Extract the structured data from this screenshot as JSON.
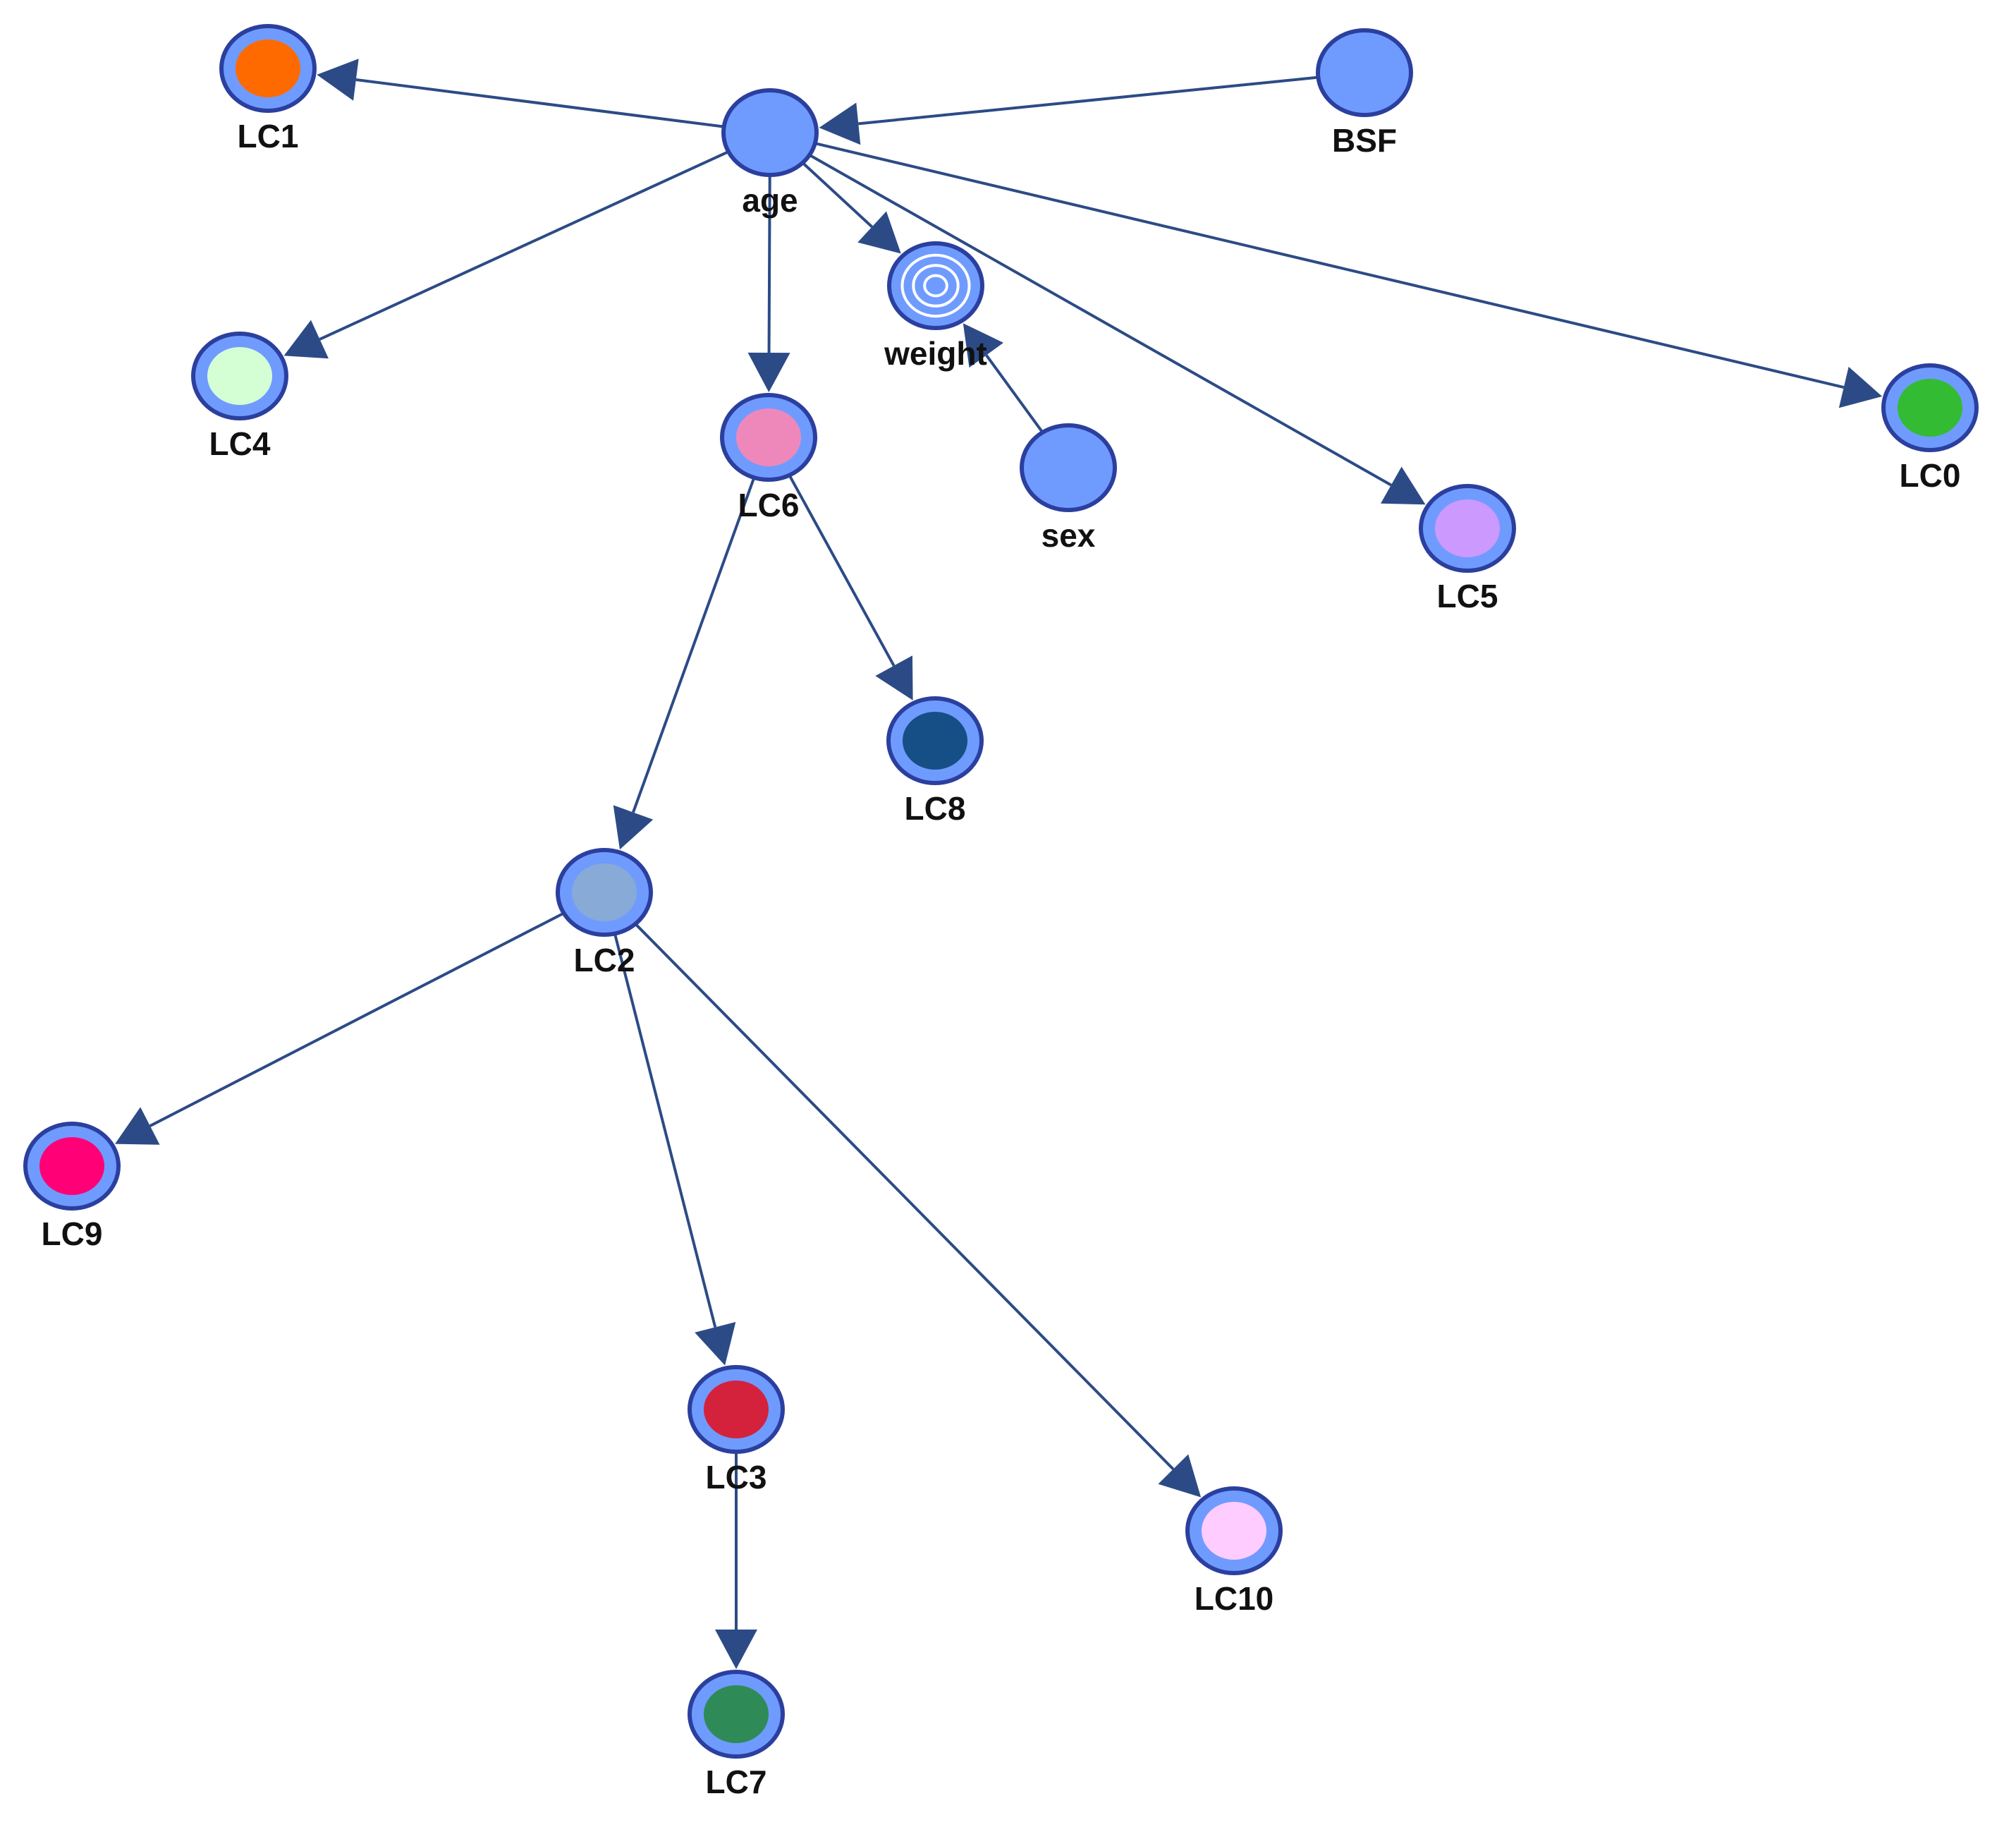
{
  "diagram": {
    "type": "bayesian-network",
    "nodes": [
      {
        "id": "LC1",
        "label": "LC1",
        "style": "ring",
        "fill": "#ff6a00"
      },
      {
        "id": "age",
        "label": "age",
        "style": "plain",
        "fill": "#6f9bff"
      },
      {
        "id": "BSF",
        "label": "BSF",
        "style": "plain",
        "fill": "#6f9bff"
      },
      {
        "id": "LC4",
        "label": "LC4",
        "style": "ring",
        "fill": "#d4ffd4"
      },
      {
        "id": "weight",
        "label": "weight",
        "style": "target",
        "fill": "#5a7ef0"
      },
      {
        "id": "LC6",
        "label": "LC6",
        "style": "ring",
        "fill": "#ee88bb"
      },
      {
        "id": "sex",
        "label": "sex",
        "style": "plain",
        "fill": "#6f9bff"
      },
      {
        "id": "LC0",
        "label": "LC0",
        "style": "ring",
        "fill": "#33bb33"
      },
      {
        "id": "LC5",
        "label": "LC5",
        "style": "ring",
        "fill": "#cc99ff"
      },
      {
        "id": "LC8",
        "label": "LC8",
        "style": "ring",
        "fill": "#154f85"
      },
      {
        "id": "LC2",
        "label": "LC2",
        "style": "ring",
        "fill": "#88aad6"
      },
      {
        "id": "LC9",
        "label": "LC9",
        "style": "ring",
        "fill": "#ff0077"
      },
      {
        "id": "LC3",
        "label": "LC3",
        "style": "ring",
        "fill": "#d4223d"
      },
      {
        "id": "LC10",
        "label": "LC10",
        "style": "ring",
        "fill": "#ffccff"
      },
      {
        "id": "LC7",
        "label": "LC7",
        "style": "ring",
        "fill": "#2e8b57"
      }
    ],
    "edges": [
      {
        "from": "age",
        "to": "LC1"
      },
      {
        "from": "BSF",
        "to": "age"
      },
      {
        "from": "age",
        "to": "LC4"
      },
      {
        "from": "age",
        "to": "LC6"
      },
      {
        "from": "age",
        "to": "weight"
      },
      {
        "from": "age",
        "to": "LC5"
      },
      {
        "from": "age",
        "to": "LC0"
      },
      {
        "from": "sex",
        "to": "weight"
      },
      {
        "from": "LC6",
        "to": "LC2"
      },
      {
        "from": "LC6",
        "to": "LC8"
      },
      {
        "from": "LC2",
        "to": "LC9"
      },
      {
        "from": "LC2",
        "to": "LC3"
      },
      {
        "from": "LC2",
        "to": "LC10"
      },
      {
        "from": "LC3",
        "to": "LC7"
      }
    ]
  }
}
